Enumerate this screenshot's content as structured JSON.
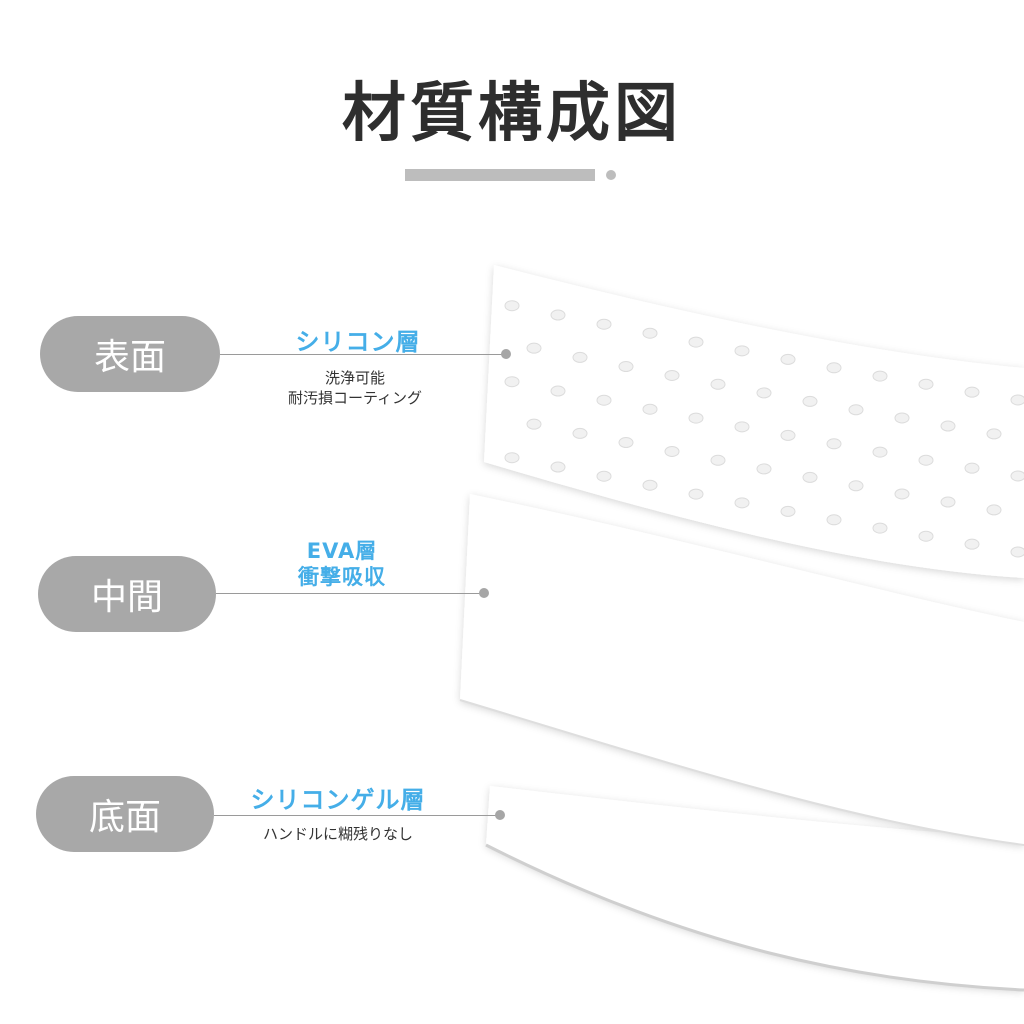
{
  "title": "材質構成図",
  "colors": {
    "accent": "#45aee8",
    "pill": "#a8a8a8",
    "title": "#2e2e2e"
  },
  "layers": [
    {
      "position_label": "表面",
      "name": "シリコン層",
      "desc_lines": [
        "洗浄可能",
        "耐汚損コーティング"
      ]
    },
    {
      "position_label": "中間",
      "name_lines": [
        "EVA層",
        "衝撃吸収"
      ]
    },
    {
      "position_label": "底面",
      "name": "シリコンゲル層",
      "desc_lines": [
        "ハンドルに糊残りなし"
      ]
    }
  ]
}
